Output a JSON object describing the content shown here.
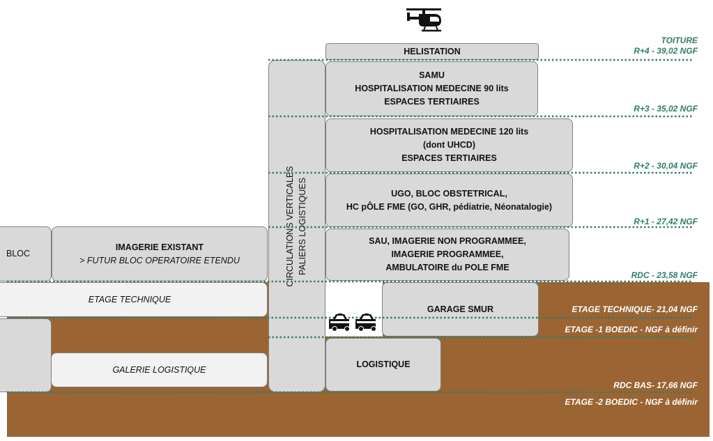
{
  "levels": {
    "toiture": "TOITURE",
    "r4": "R+4 - 39,02 NGF",
    "r3": "R+3 - 35,02 NGF",
    "r2": "R+2 - 30,04 NGF",
    "r1": "R+1 - 27,42 NGF",
    "rdc": "RDC  - 23,58 NGF",
    "etage_technique": "ETAGE TECHNIQUE- 21,04 NGF",
    "etage_m1": "ETAGE -1 BOEDIC - NGF à définir",
    "rdc_bas": "RDC BAS- 17,66 NGF",
    "etage_m2": "ETAGE -2 BOEDIC - NGF à définir"
  },
  "blocks": {
    "helistation": "HELISTATION",
    "r3": [
      "SAMU",
      "HOSPITALISATION MEDECINE 90 lits",
      "ESPACES TERTIAIRES"
    ],
    "r2": [
      "HOSPITALISATION MEDECINE 120 lits",
      "(dont UHCD)",
      "ESPACES TERTIAIRES"
    ],
    "r1": [
      "UGO, BLOC OBSTETRICAL,",
      "HC pÔLE FME (GO, GHR, pédiatrie, Néonatalogie)"
    ],
    "rdc": [
      "SAU, IMAGERIE NON PROGRAMMEE,",
      "IMAGERIE PROGRAMMEE,",
      "AMBULATOIRE du POLE FME"
    ],
    "garage": "GARAGE SMUR",
    "logistique": "LOGISTIQUE",
    "bloc": "BLOC",
    "imagerie": [
      "IMAGERIE EXISTANT",
      "> FUTUR BLOC OPERATOIRE ETENDU"
    ],
    "etage_technique": "ETAGE TECHNIQUE",
    "galerie": "GALERIE LOGISTIQUE",
    "circulations": [
      "CIRCULATIONS VERTICALES",
      "PALIERS LOGISTIQUES"
    ]
  },
  "colors": {
    "ground": "#9A6433",
    "box": "#d9d9d9",
    "box_light": "#f2f2f2",
    "level_line": "#2E7D6B"
  },
  "icons": [
    "helicopter-icon",
    "ambulance-icon",
    "ambulance-icon"
  ]
}
